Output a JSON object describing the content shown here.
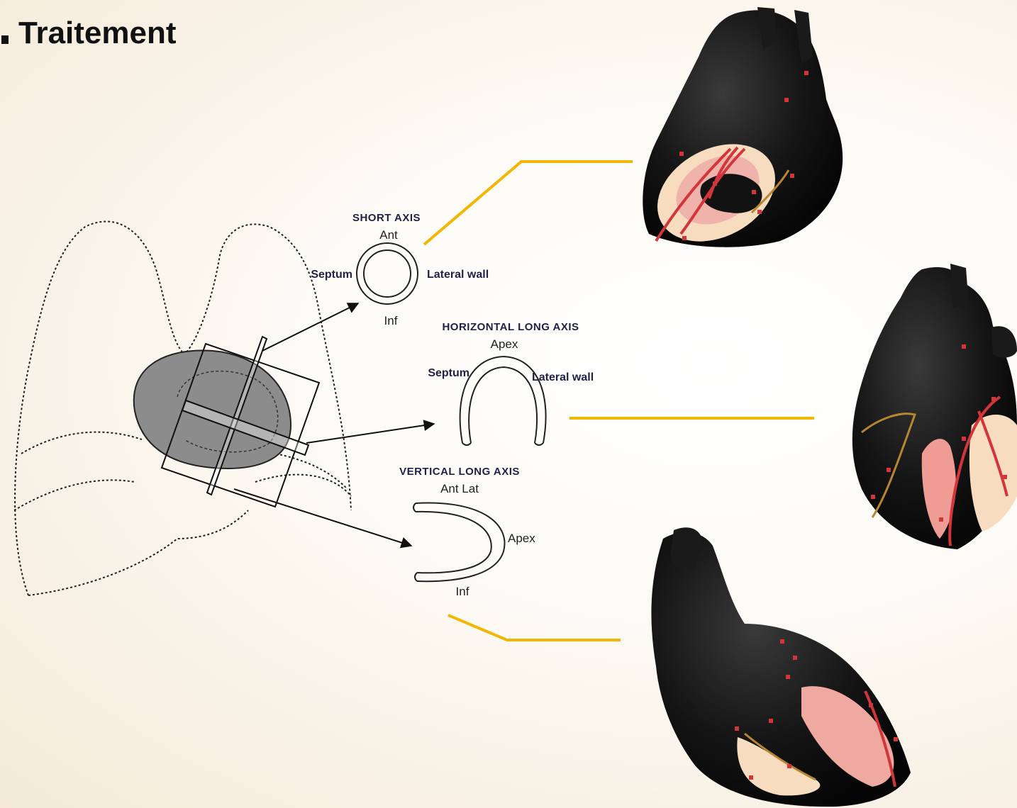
{
  "title": "Traitement",
  "short_axis": {
    "heading": "SHORT AXIS",
    "top": "Ant",
    "left": "Septum",
    "right": "Lateral wall",
    "bottom": "Inf"
  },
  "horizontal_long_axis": {
    "heading": "HORIZONTAL LONG AXIS",
    "top": "Apex",
    "left": "Septum",
    "right": "Lateral wall"
  },
  "vertical_long_axis": {
    "heading": "VERTICAL LONG AXIS",
    "top": "Ant Lat",
    "right": "Apex",
    "bottom": "Inf"
  },
  "colors": {
    "connector": "#f2b705",
    "heart": "#111111",
    "myocardium": "#f7cfc4",
    "artery": "#d2353a"
  }
}
